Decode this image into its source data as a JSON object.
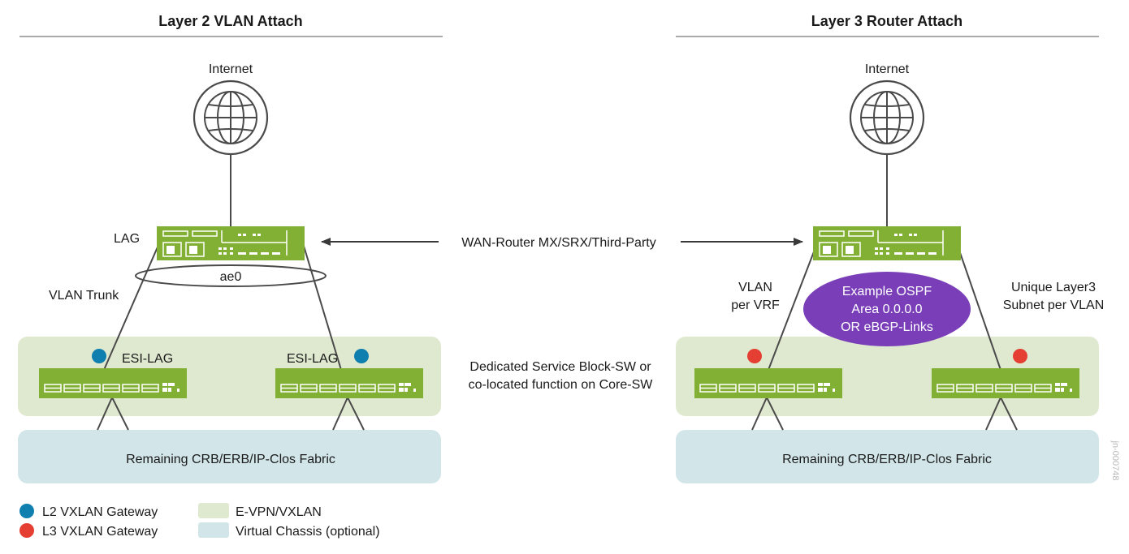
{
  "left_panel": {
    "title": "Layer 2 VLAN Attach",
    "internet_label": "Internet",
    "lag_label": "LAG",
    "ae_label": "ae0",
    "trunk_label": "VLAN Trunk",
    "esi_lag_left": "ESI-LAG",
    "esi_lag_right": "ESI-LAG",
    "fabric_label": "Remaining CRB/ERB/IP-Clos Fabric",
    "gateway_type": "L2"
  },
  "right_panel": {
    "title": "Layer 3 Router  Attach",
    "internet_label": "Internet",
    "vlan_per_vrf": [
      "VLAN",
      "per VRF"
    ],
    "unique_subnet": [
      "Unique Layer3",
      "Subnet per VLAN"
    ],
    "ospf_bubble": [
      "Example OSPF",
      "Area 0.0.0.0",
      "OR eBGP-Links"
    ],
    "fabric_label": "Remaining CRB/ERB/IP-Clos Fabric",
    "gateway_type": "L3"
  },
  "center": {
    "wan_router_label": "WAN-Router MX/SRX/Third-Party",
    "service_block": [
      "Dedicated Service Block-SW or",
      "co-located function on Core-SW"
    ]
  },
  "legend": [
    {
      "label": "L2 VXLAN Gateway",
      "shape": "circle",
      "color": "#0f7fb0"
    },
    {
      "label": "L3 VXLAN Gateway",
      "shape": "circle",
      "color": "#e53e33"
    },
    {
      "label": "E-VPN/VXLAN",
      "shape": "box",
      "color": "#dfe9cf"
    },
    {
      "label": "Virtual Chassis (optional)",
      "shape": "box",
      "color": "#d2e6ea"
    }
  ],
  "colors": {
    "device_green": "#82b034",
    "evpn_zone": "#dfe9cf",
    "vc_zone": "#d2e6ea",
    "ospf_purple": "#7a3fb8",
    "l2_gateway": "#0f7fb0",
    "l3_gateway": "#e53e33",
    "line": "#4a4a4a"
  },
  "watermark": "jn-000748"
}
